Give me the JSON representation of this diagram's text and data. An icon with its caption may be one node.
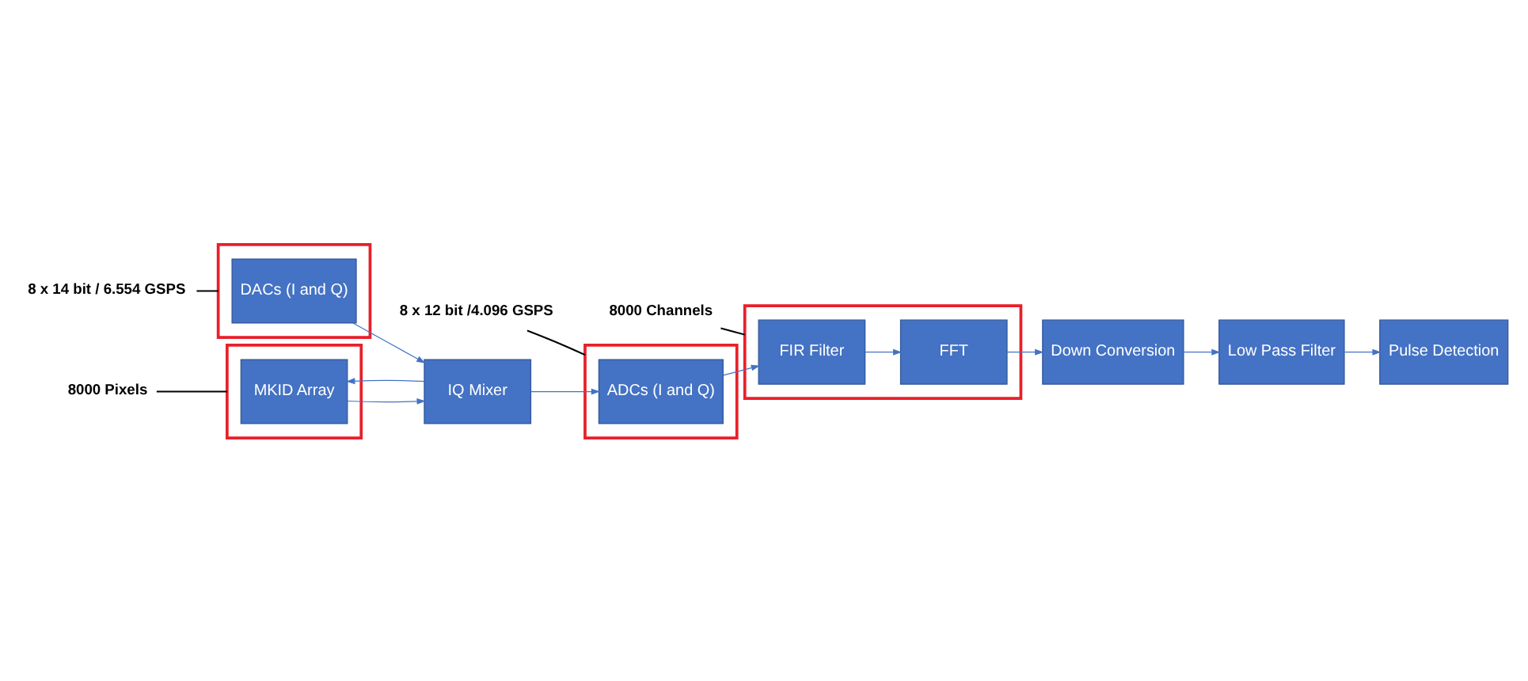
{
  "diagram": {
    "nodes": [
      {
        "text": [],
        "shape": "box"
      },
      {
        "text": [
          "MKID Array"
        ],
        "in": 0
      },
      {
        "text": [
          "IQ Mixer"
        ]
      },
      {
        "text": [],
        "shape": "box"
      },
      {
        "text": [
          "DACs (I and Q)"
        ],
        "in": 3
      },
      {
        "text": [
          "8 x 14 bit / 6.554 GSPS"
        ]
      },
      {
        "text": [
          "8000 Channels"
        ]
      },
      {
        "text": [],
        "shape": "box"
      },
      {
        "text": [
          "ADCs (I and Q)"
        ],
        "in": 7
      },
      {
        "text": [],
        "shape": "box"
      },
      {
        "text": [
          "FIR Filter"
        ],
        "in": 9
      },
      {
        "text": [
          "FFT"
        ],
        "in": 9
      },
      {
        "text": [
          "Down Conversion"
        ]
      },
      {
        "text": [
          "8000 Pixels"
        ]
      },
      {
        "text": [
          "8 x 12 bit /4.096 GSPS"
        ]
      },
      {
        "text": [
          "Pulse Detection"
        ]
      },
      {
        "text": [
          "Low Pass Filter"
        ]
      }
    ],
    "edges": [
      {
        "from": 4,
        "to": 2,
        "arrow": "to"
      },
      {
        "from": 2,
        "to": 1,
        "arrow": "to"
      },
      {
        "from": 1,
        "to": 2,
        "arrow": "to"
      },
      {
        "from": 2,
        "to": 8,
        "arrow": "to"
      },
      {
        "from": 8,
        "to": 10,
        "arrow": "to"
      },
      {
        "from": 10,
        "to": 11,
        "arrow": "to"
      },
      {
        "from": 11,
        "to": 12,
        "arrow": "to"
      },
      {
        "from": 12,
        "to": 16,
        "arrow": "to"
      },
      {
        "from": 16,
        "to": 15,
        "arrow": "to"
      },
      {
        "from": 5,
        "to": 3,
        "arrow": "none",
        "color": "#000000"
      },
      {
        "from": 6,
        "to": 9,
        "arrow": "none",
        "color": "#000000"
      },
      {
        "from": 13,
        "to": 0,
        "arrow": "none",
        "color": "#000000"
      },
      {
        "from": 14,
        "to": 7,
        "arrow": "none",
        "color": "#000000"
      }
    ]
  }
}
